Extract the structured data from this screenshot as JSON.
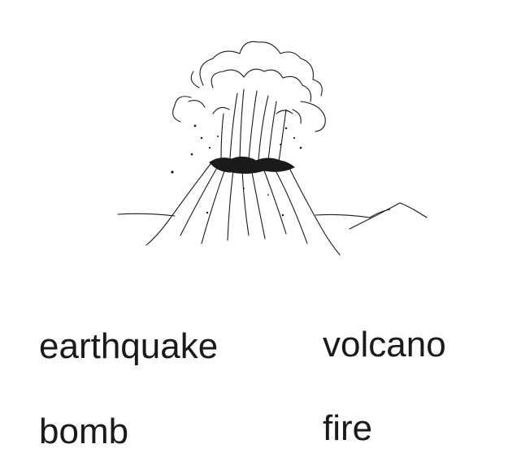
{
  "illustration": {
    "subject_icon": "volcano-eruption-sketch-icon",
    "ink_color": "#1a1a1a"
  },
  "word_choices": [
    {
      "label": "earthquake"
    },
    {
      "label": "volcano"
    },
    {
      "label": "bomb"
    },
    {
      "label": "fire"
    }
  ]
}
